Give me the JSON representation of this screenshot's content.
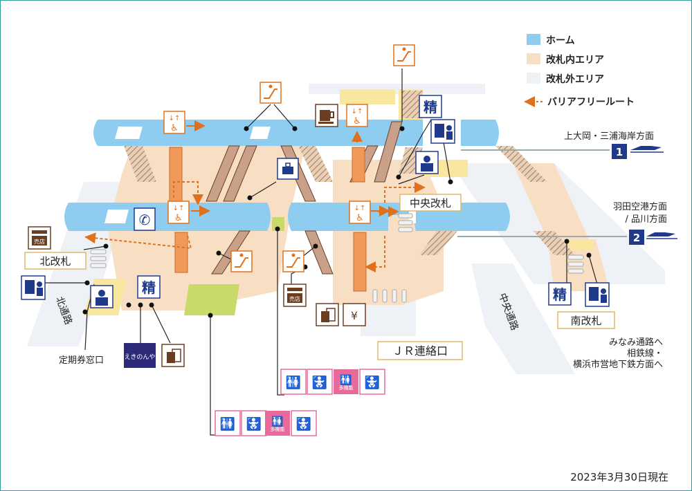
{
  "legend": {
    "platform": "ホーム",
    "inside_gates": "改札内エリア",
    "outside_gates": "改札外エリア",
    "barrier_free": "バリアフリールート"
  },
  "colors": {
    "platform": "#8ecdf0",
    "inside_gates": "#f8dfc4",
    "outside_gates": "#eef1f5",
    "barrier_free_route": "#e0711c",
    "stairs": "#d4a884",
    "escalator": "#c9a18b",
    "elevator": "#ef9a5a",
    "gate_icon_bg": "#ffffff",
    "navy": "#1f3a8a",
    "brown": "#6b3e22",
    "facility_yellow": "#f9e79f",
    "facility_green": "#c9d96a",
    "pink": "#e86a9a"
  },
  "tracks": {
    "track1": {
      "number": "1",
      "direction": "上大岡・三浦海岸方面"
    },
    "track2": {
      "number": "2",
      "direction_line1": "羽田空港方面",
      "direction_line2": "/ 品川方面"
    }
  },
  "gates": {
    "north": "北改札",
    "central": "中央改札",
    "south": "南改札",
    "jr": "ＪＲ連絡口"
  },
  "passages": {
    "north": "北通路",
    "central": "中央通路",
    "south_dest_line1": "みなみ通路へ",
    "south_dest_line2": "相鉄線・",
    "south_dest_line3": "横浜市営地下鉄方面へ"
  },
  "facilities": {
    "season_ticket_office": "定期券窓口",
    "fare_adjustment": "精",
    "kiosk": "売店",
    "restaurant": "えきのんや",
    "multipurpose": "多機能"
  },
  "footer": {
    "date": "2023年3月30日現在"
  }
}
